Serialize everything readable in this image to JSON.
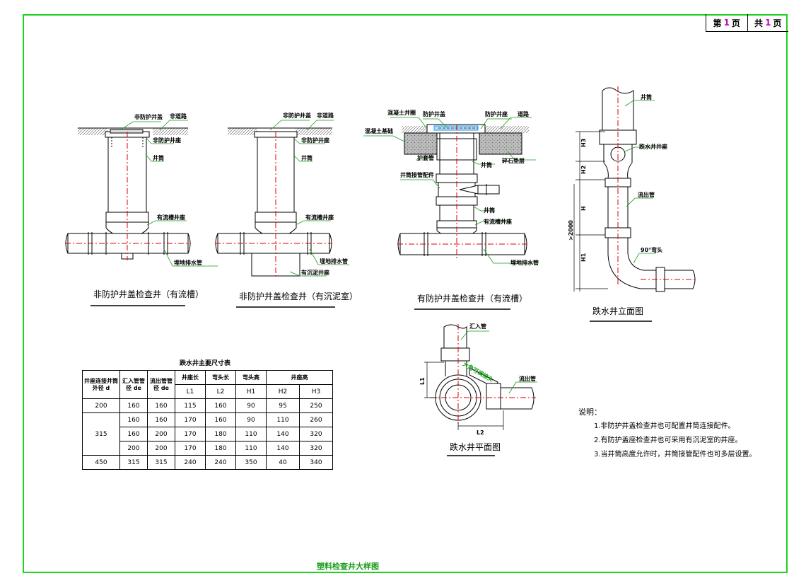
{
  "page": {
    "label_di": "第",
    "cur": "1",
    "label_ye": "页",
    "label_gong": "共",
    "total": "1",
    "label_ye2": "页"
  },
  "sheet_title": "塑料检查井大样图",
  "fig1": {
    "caption": "非防护井盖检查井（有流槽）",
    "labels": {
      "cover": "非防护井盖",
      "road": "非道路",
      "seat": "非防护井座",
      "shaft": "井筒",
      "base": "有流槽井座",
      "pipe": "埋地排水管"
    }
  },
  "fig2": {
    "caption": "非防护井盖检查井（有沉泥室）",
    "labels": {
      "cover": "非防护井盖",
      "road": "非道路",
      "seat": "非防护井座",
      "shaft": "井筒",
      "base": "有流槽井座",
      "pipe": "埋地排水管",
      "sump": "有沉泥井座"
    }
  },
  "fig3": {
    "caption": "有防护井盖检查井（有流槽）",
    "labels": {
      "concrete_seat": "混凝土井圈",
      "cover": "防护井盖",
      "seat": "防护井座",
      "road": "道路",
      "foundation": "混凝土基础",
      "sleeve": "护套管",
      "shaft": "井筒",
      "gravel": "碎石垫层",
      "fitting": "井筒接管配件",
      "shaft2": "井筒",
      "base": "有流槽井座",
      "pipe": "埋地排水管"
    }
  },
  "fig4": {
    "caption": "跌水井立面图",
    "labels": {
      "shaft": "井筒",
      "base": "跌水井井座",
      "outlet": "流出管",
      "elbow": "90°弯头"
    },
    "dims": {
      "h3": "H3",
      "h2": "H2",
      "h": "H",
      "h1": "H1",
      "min": ">2000"
    }
  },
  "fig5": {
    "caption": "跌水井平面图",
    "labels": {
      "inlet": "汇入管",
      "outlet": "流出管",
      "joint": "大角可调接头"
    },
    "dims": {
      "l1": "L1",
      "l2": "L2"
    }
  },
  "table": {
    "title": "跌水井主要尺寸表",
    "headers": {
      "d": "井座连接井筒外径  d",
      "in": "汇入管管径 de",
      "out": "流出管管径 de",
      "g1": "井座长",
      "g2": "弯头长",
      "g3": "弯头高",
      "g4": "井座高",
      "l1": "L1",
      "l2": "L2",
      "h1": "H1",
      "h2": "H2",
      "h3": "H3"
    },
    "rows": [
      {
        "d": "200",
        "c": [
          "160",
          "160",
          "115",
          "160",
          "90",
          "95",
          "250"
        ]
      },
      {
        "d": "315",
        "c": [
          "160",
          "160",
          "170",
          "160",
          "90",
          "110",
          "260"
        ]
      },
      {
        "d": "",
        "c": [
          "160",
          "200",
          "170",
          "180",
          "110",
          "140",
          "320"
        ]
      },
      {
        "d": "",
        "c": [
          "200",
          "200",
          "170",
          "180",
          "110",
          "140",
          "320"
        ]
      },
      {
        "d": "450",
        "c": [
          "315",
          "315",
          "240",
          "240",
          "350",
          "40",
          "340"
        ]
      }
    ]
  },
  "notes": {
    "title": "说明：",
    "items": [
      "1.非防护井盖检查井也可配置井筒连接配件。",
      "2.有防护盖座检查井也可采用有沉泥室的井座。",
      "3.当井筒高度允许时，井筒接管配件也可多层设置。"
    ]
  },
  "colors": {
    "frame": "#1fd21f",
    "centerline": "#e00000",
    "title": "#1a9a1a",
    "page_num": "#c000c0",
    "leader": "#1a9a1a"
  }
}
